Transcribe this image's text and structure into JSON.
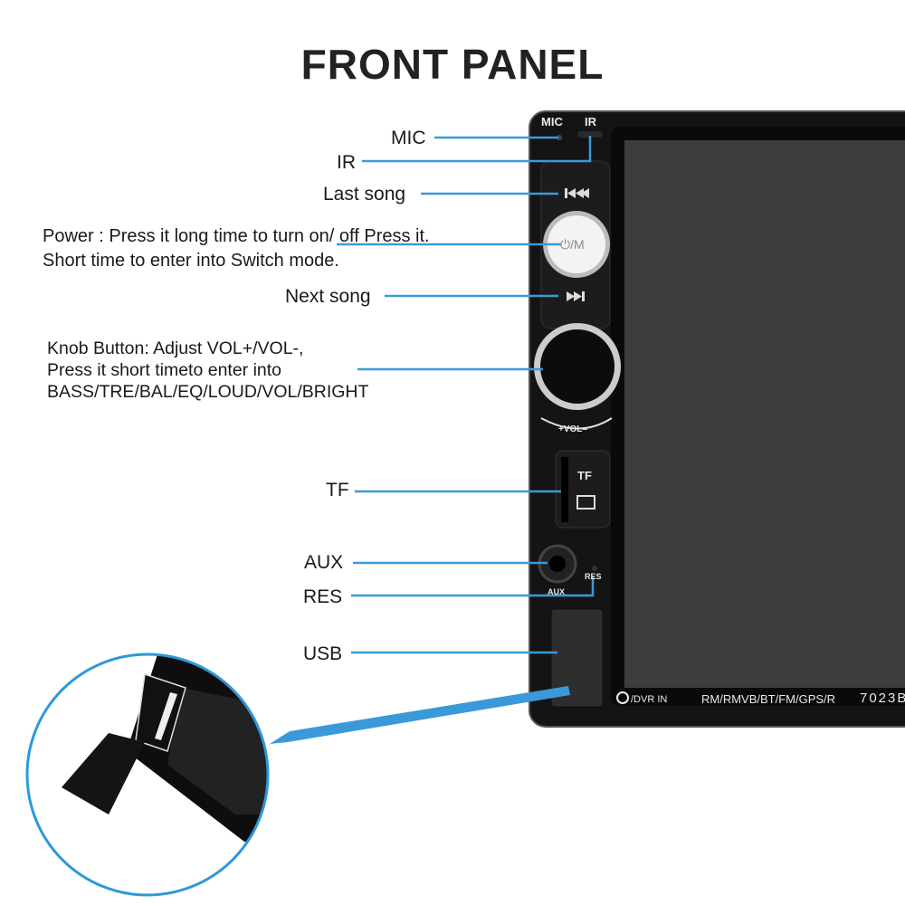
{
  "title": "FRONT PANEL",
  "labels": {
    "mic": "MIC",
    "ir": "IR",
    "last_song": "Last song",
    "power_line1": "Power : Press it long time to turn on/ off Press it.",
    "power_line2": "Short time to enter into Switch mode.",
    "next_song": "Next song",
    "knob_line1": "Knob Button: Adjust VOL+/VOL-,",
    "knob_line2": "Press it short timeto enter into",
    "knob_line3": "BASS/TRE/BAL/EQ/LOUD/VOL/BRIGHT",
    "tf": "TF",
    "aux": "AUX",
    "res": "RES",
    "usb": "USB"
  },
  "device": {
    "mic": "MIC",
    "ir": "IR",
    "power_button": "⏻/M",
    "vol": "+VOL–",
    "tf": "TF",
    "aux": "AUX",
    "res": "RES",
    "dvr_in": "/DVR IN",
    "formats": "RM/RMVB/BT/FM/GPS/R",
    "model": "7023B"
  },
  "colors": {
    "accent_line": "#3a9ad9",
    "device_body": "#111111",
    "screen": "#3d3d3d"
  }
}
